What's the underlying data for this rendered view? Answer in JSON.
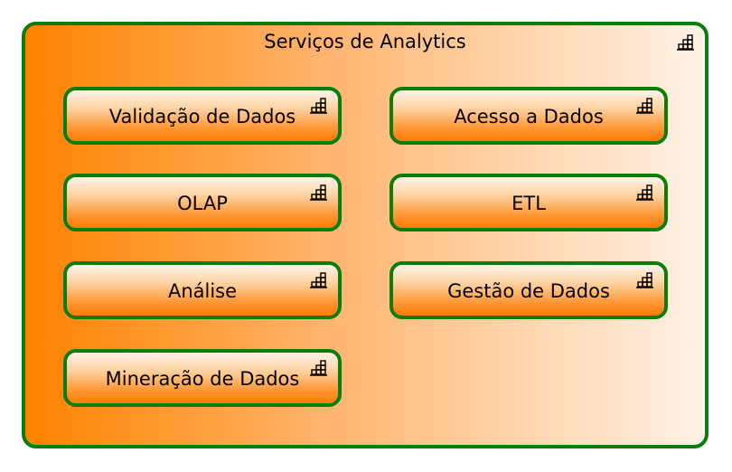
{
  "diagram": {
    "title": "Serviços de Analytics",
    "icon": "application-component-icon",
    "colors": {
      "border": "#0a7d0a",
      "fill_start": "#ff8200",
      "fill_end": "#fff1e6"
    },
    "components": [
      {
        "label": "Validação de Dados"
      },
      {
        "label": "Acesso a Dados"
      },
      {
        "label": "OLAP"
      },
      {
        "label": "ETL"
      },
      {
        "label": "Análise"
      },
      {
        "label": "Gestão de Dados"
      },
      {
        "label": "Mineração de Dados"
      }
    ]
  }
}
